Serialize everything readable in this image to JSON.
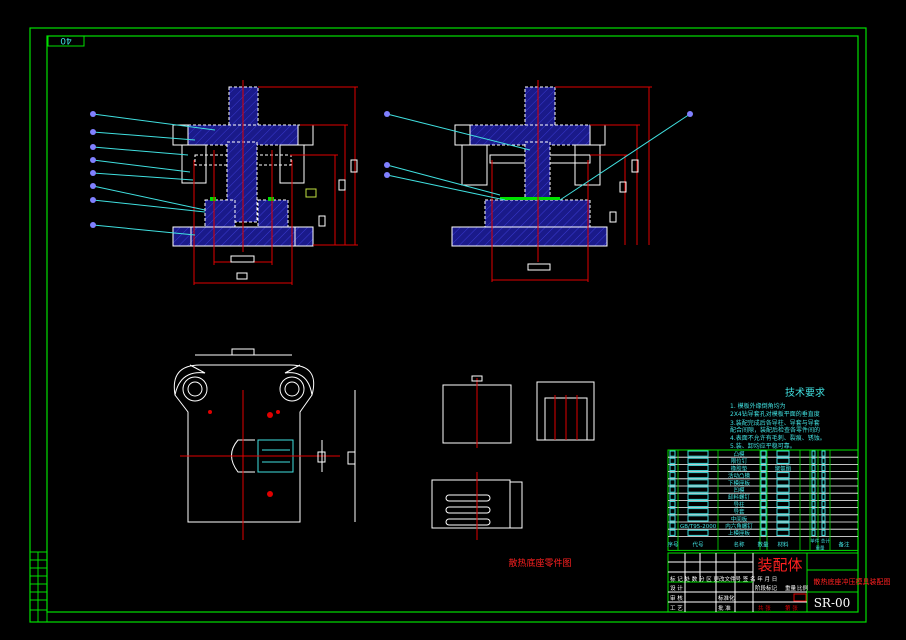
{
  "sheet_label": "40",
  "colors": {
    "border": "#00e000",
    "outline": "#ffffff",
    "hatch": "#1a1a9a",
    "dimension": "#e00000",
    "leader": "#40e0e0",
    "title_red": "#ff2020",
    "text_cyan": "#40e0e0"
  },
  "tech_req": {
    "title": "技术要求",
    "lines": [
      "1. 模板外缘倒角均为",
      "2X4钻导套孔对模板平面的垂直度",
      "3.装配完成后各导柱、导套与导套",
      "配合间隙，装配后检查各零件间的",
      "4.表面不允许有毛刺、裂痕、锈蚀。",
      "5.装、卸均应平稳可靠。"
    ]
  },
  "parts_list": {
    "rows": [
      {
        "code": "",
        "name": "凸模",
        "material": ""
      },
      {
        "code": "",
        "name": "限位钉",
        "material": ""
      },
      {
        "code": "",
        "name": "橡胶垫",
        "material": "聚氨酯"
      },
      {
        "code": "",
        "name": "活动凸模",
        "material": ""
      },
      {
        "code": "",
        "name": "下模座板",
        "material": ""
      },
      {
        "code": "",
        "name": "凹模",
        "material": ""
      },
      {
        "code": "",
        "name": "卸料螺钉",
        "material": ""
      },
      {
        "code": "",
        "name": "导柱",
        "material": ""
      },
      {
        "code": "",
        "name": "导套",
        "material": ""
      },
      {
        "code": "",
        "name": "中间板",
        "material": ""
      },
      {
        "code": "GB/T95-2000",
        "name": "内六角螺钉",
        "material": ""
      },
      {
        "code": "",
        "name": "上模座板",
        "material": ""
      }
    ],
    "headers": {
      "seq": "序号",
      "code": "代号",
      "name": "名称",
      "qty": "数量",
      "material": "材料",
      "unit_total": "单件 总计",
      "weight": "重量",
      "remark": "备注"
    }
  },
  "title_block": {
    "drawing_type": "装配体",
    "drawing_title": "散热底座冲压模具装配图",
    "drawing_number": "SR-00",
    "revision_row": "标 记 处 数 分 区 更改文件号 签 名 年 月 日",
    "roles": [
      "设 计",
      "审 核",
      "工 艺"
    ],
    "standard": "标准化",
    "approve": "批 准",
    "stage": "阶段标记",
    "weight": "重量",
    "scale": "比例",
    "sheets": "共  张",
    "sheet": "第  张"
  },
  "part_drawing_caption": "散热底座零件图"
}
